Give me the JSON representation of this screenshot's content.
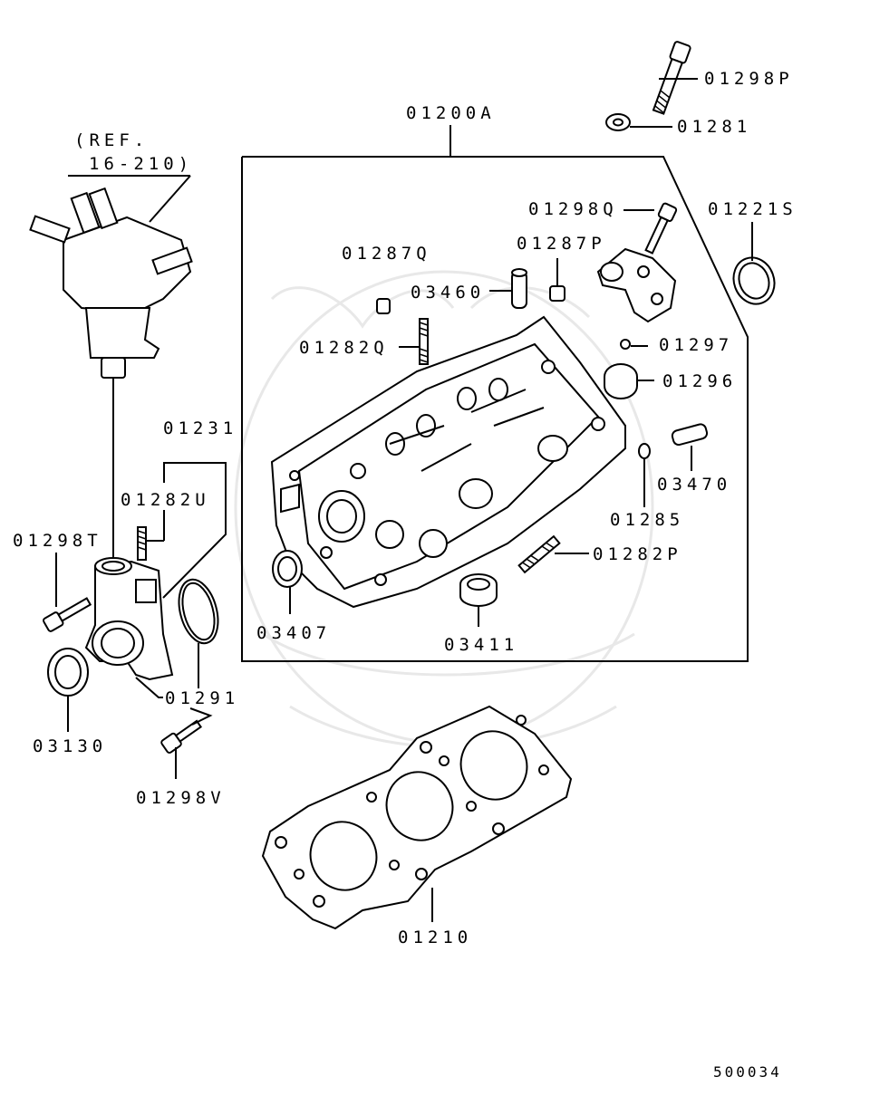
{
  "labels": {
    "ref_line1": "(REF.",
    "ref_line2": "16-210)",
    "p01298P": "01298P",
    "p01281": "01281",
    "p01200A": "01200A",
    "p01298Q": "01298Q",
    "p01221S": "01221S",
    "p01287Q": "01287Q",
    "p01287P": "01287P",
    "p03460": "03460",
    "p01282Q": "01282Q",
    "p01297": "01297",
    "p01296": "01296",
    "p03470": "03470",
    "p01285": "01285",
    "p01282P": "01282P",
    "p01231": "01231",
    "p01282U": "01282U",
    "p01298T": "01298T",
    "p03407": "03407",
    "p03411": "03411",
    "p01291": "01291",
    "p03130": "03130",
    "p01298V": "01298V",
    "p01210": "01210"
  },
  "diagram_code": "500034"
}
